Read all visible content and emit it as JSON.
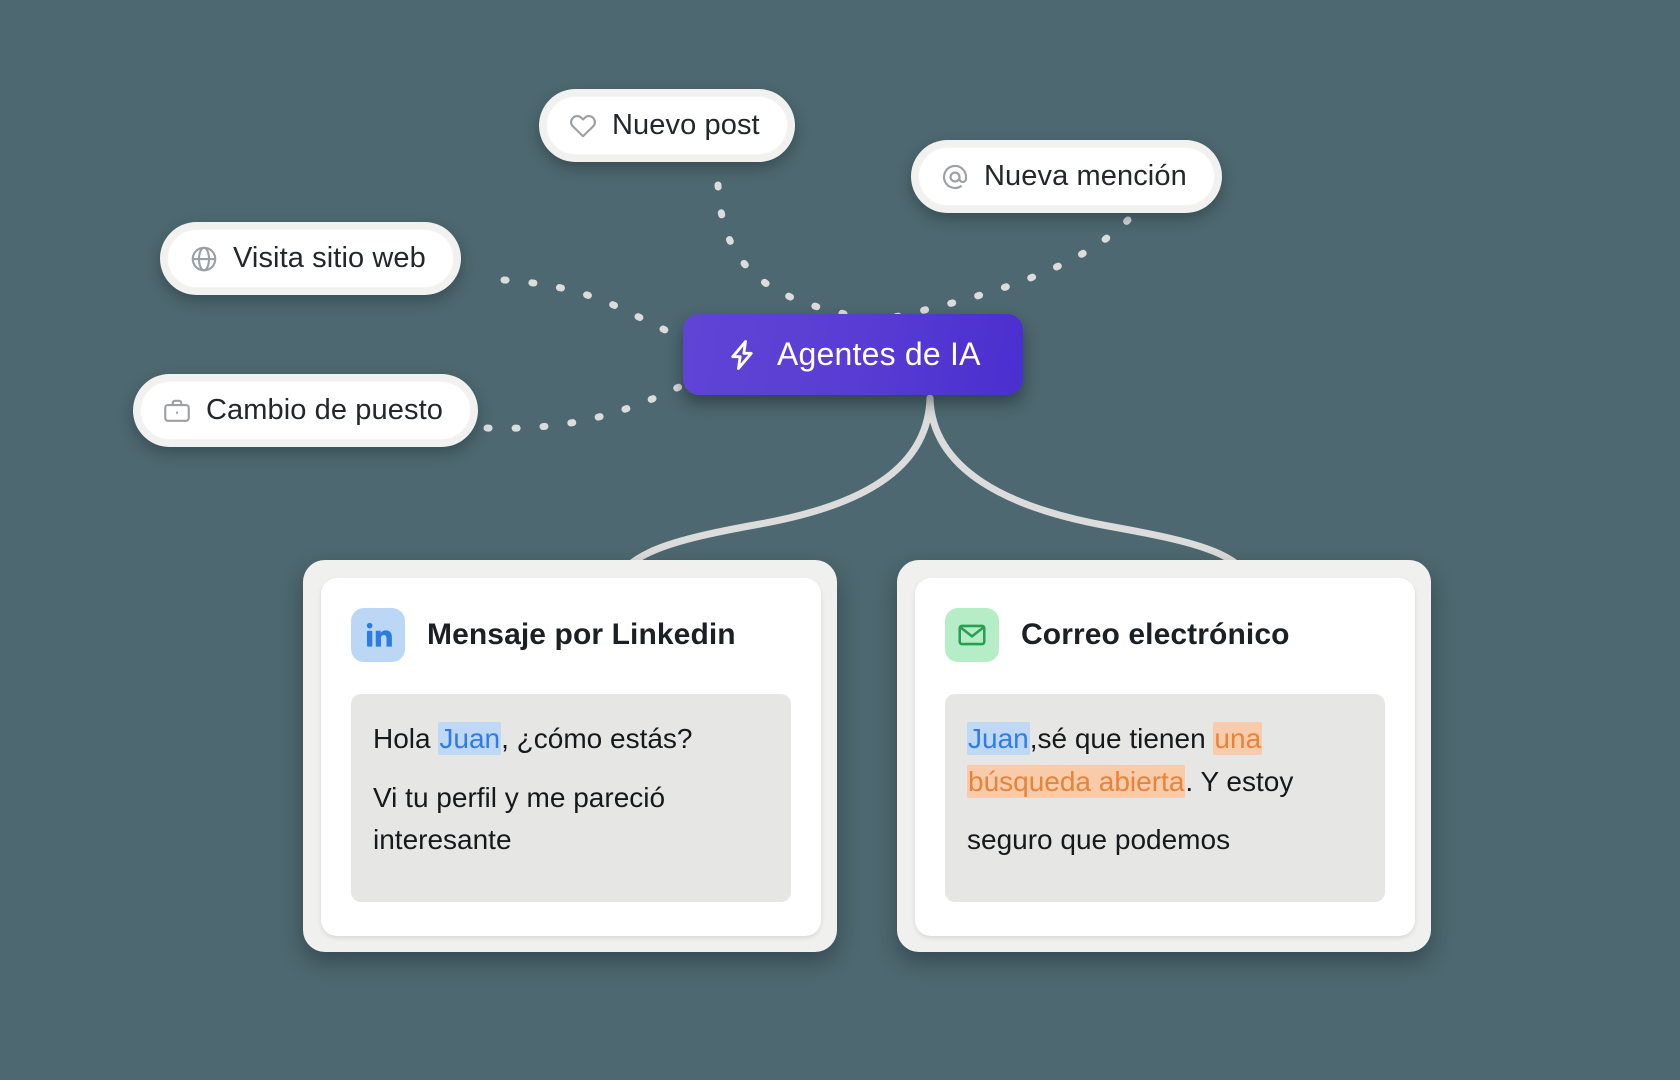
{
  "background_color": "#4d6870",
  "accent_color": "#5b3fd4",
  "central_node": {
    "label": "Agentes de IA",
    "icon": "lightning-bolt-icon",
    "gradient_from": "#6044d6",
    "gradient_to": "#4b2fcf",
    "text_color": "#ffffff"
  },
  "triggers": [
    {
      "id": "web-visit",
      "label": "Visita sitio web",
      "icon": "globe-icon"
    },
    {
      "id": "new-post",
      "label": "Nuevo post",
      "icon": "heart-icon"
    },
    {
      "id": "mention",
      "label": "Nueva mención",
      "icon": "at-sign-icon"
    },
    {
      "id": "job-change",
      "label": "Cambio de puesto",
      "icon": "briefcase-icon"
    }
  ],
  "outputs": [
    {
      "id": "linkedin",
      "title": "Mensaje por Linkedin",
      "icon": "linkedin-icon",
      "icon_bg": "#bcd7f5",
      "icon_color": "#2a7de1",
      "message": {
        "line1": {
          "pre": "Hola ",
          "highlight_blue": "Juan",
          "post": ", ¿cómo estás?"
        },
        "line2": {
          "text": "Vi tu perfil y me pareció interesante"
        }
      }
    },
    {
      "id": "email",
      "title": "Correo electrónico",
      "icon": "envelope-icon",
      "icon_bg": "#b6ecc6",
      "icon_color": "#27a052",
      "message": {
        "line1": {
          "highlight_blue": "Juan",
          "mid": ",sé que tienen ",
          "highlight_orange_a": "una",
          "space": " ",
          "highlight_orange_b": "búsqueda abierta",
          "post": ". Y estoy"
        },
        "line2": {
          "text": "seguro que podemos"
        }
      }
    }
  ],
  "highlight_colors": {
    "blue_text": "#2f7bea",
    "blue_bg": "#bfd8f6",
    "orange_text": "#e8833a",
    "orange_bg": "#f8ccaa"
  },
  "connectors": {
    "trigger_style": "dashed",
    "output_style": "solid",
    "color": "#dcdcdc"
  }
}
